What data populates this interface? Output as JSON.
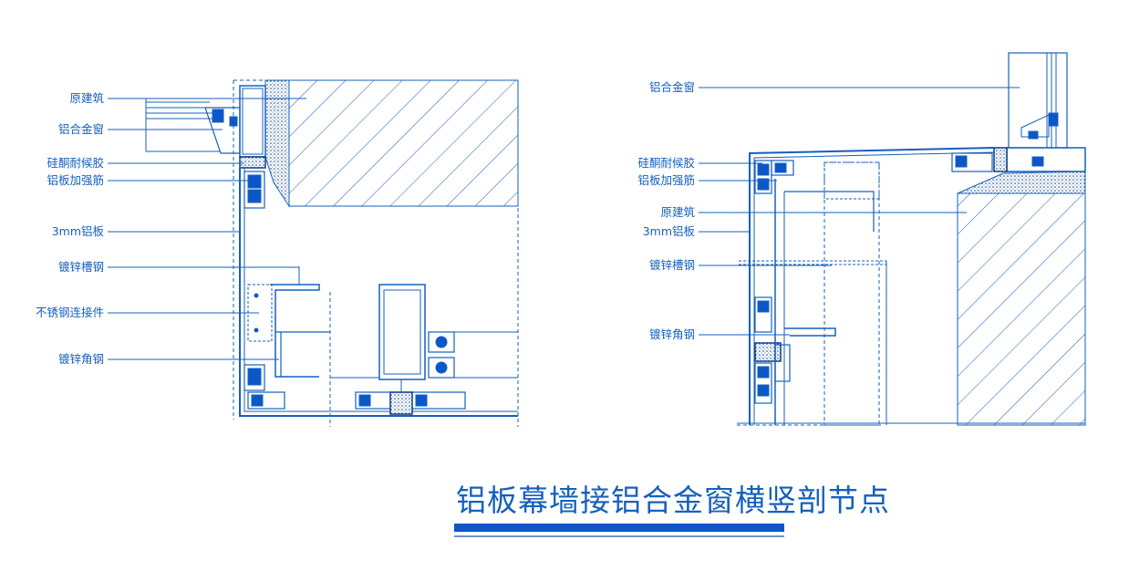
{
  "colors": {
    "line": "#1560bd",
    "dark": "#0a3f9e",
    "fill": "#0b57c8",
    "background": "#ffffff"
  },
  "left_detail": {
    "labels": {
      "original_building": "原建筑",
      "aluminum_window": "铝合金窗",
      "silicone_sealant": "硅酮耐候胶",
      "panel_stiffener": "铝板加强筋",
      "aluminum_panel": "3mm铝板",
      "channel_steel": "镀锌槽钢",
      "stainless_connector": "不锈钢连接件",
      "angle_steel": "镀锌角钢"
    }
  },
  "right_detail": {
    "labels": {
      "aluminum_window": "铝合金窗",
      "silicone_sealant": "硅酮耐候胶",
      "panel_stiffener": "铝板加强筋",
      "original_building": "原建筑",
      "aluminum_panel": "3mm铝板",
      "channel_steel": "镀锌槽钢",
      "angle_steel": "镀锌角钢"
    }
  },
  "title": "铝板幕墙接铝合金窗横竖剖节点"
}
